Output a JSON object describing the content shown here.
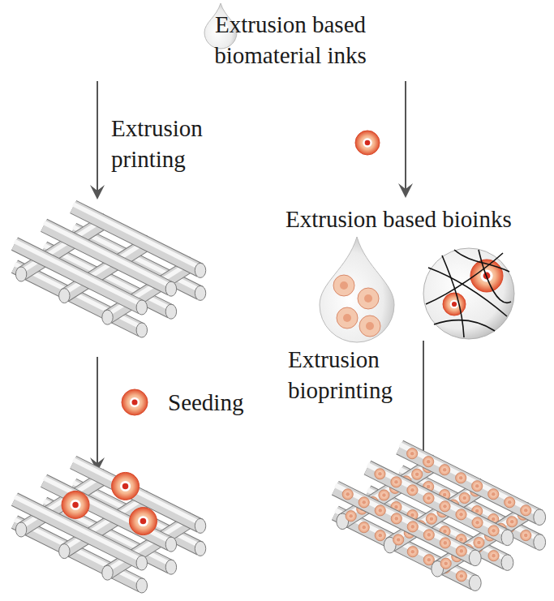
{
  "diagram": {
    "labels": [
      "Extrusion based biomaterial inks",
      "Extrusion printing",
      "Seeding",
      "Extrusion based bioinks",
      "Extrusion bioprinting"
    ]
  }
}
